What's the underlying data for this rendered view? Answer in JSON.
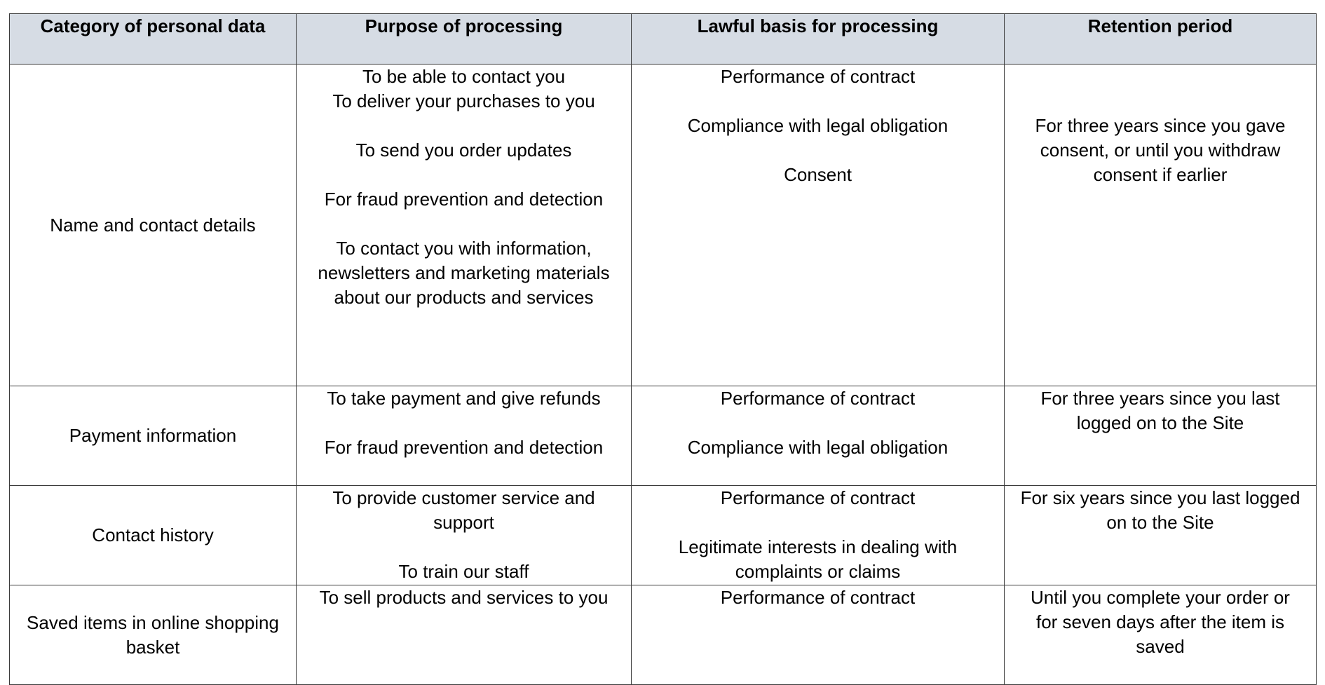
{
  "table": {
    "headers": [
      "Category of personal data",
      "Purpose of processing",
      "Lawful basis for processing",
      "Retention period"
    ],
    "rows": [
      {
        "category": "Name and contact details",
        "purpose": [
          "To be able to contact you",
          "To deliver your purchases to you",
          "To send you order updates",
          "For fraud prevention and detection",
          "To contact you with information, newsletters and marketing materials about our products and services"
        ],
        "basis": [
          "Performance of contract",
          "Compliance with legal obligation",
          "Consent"
        ],
        "retention": "For three years since you gave consent, or until you withdraw consent if earlier"
      },
      {
        "category": "Payment information",
        "purpose": [
          "To take payment and give refunds",
          "For fraud prevention and detection"
        ],
        "basis": [
          "Performance of contract",
          "Compliance with legal obligation"
        ],
        "retention": "For three years since you last logged on to the Site"
      },
      {
        "category": "Contact history",
        "purpose": [
          "To provide customer service and support",
          "To train our staff"
        ],
        "basis": [
          "Performance of contract",
          "Legitimate interests in dealing with complaints or claims"
        ],
        "retention": "For six years since you last logged on to the Site"
      },
      {
        "category": "Saved items in online shopping basket",
        "purpose": [
          "To sell products and services to you"
        ],
        "basis": [
          "Performance of contract"
        ],
        "retention": "Until you complete your order or for seven days after the item is saved"
      }
    ]
  }
}
